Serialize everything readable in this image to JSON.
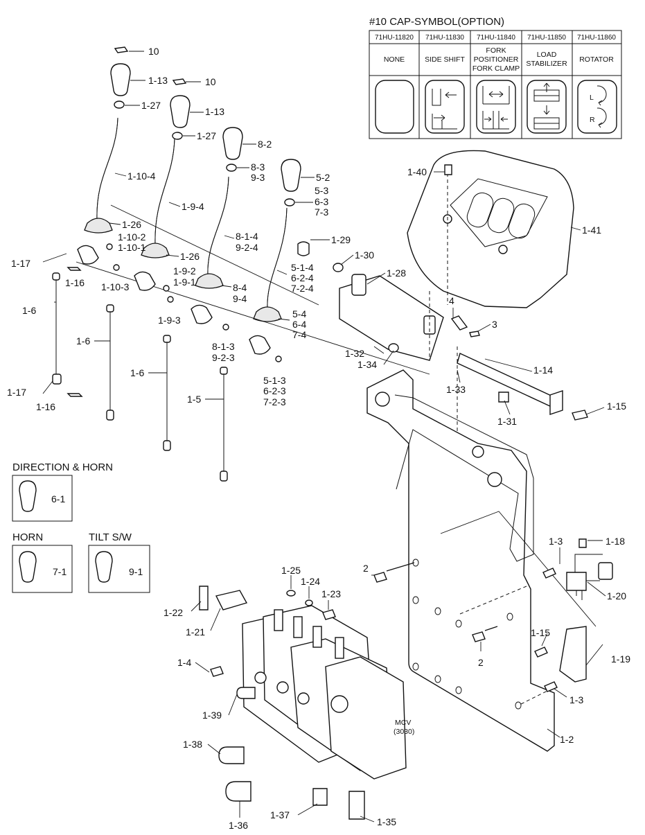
{
  "cap_table": {
    "title": "#10 CAP-SYMBOL(OPTION)",
    "columns": [
      {
        "code": "71HU-11820",
        "name": "NONE",
        "icon": "blank-cap-icon"
      },
      {
        "code": "71HU-11830",
        "name": "SIDE SHIFT",
        "icon": "side-shift-icon"
      },
      {
        "code": "71HU-11840",
        "name": "FORK POSITIONER FORK CLAMP",
        "name_lines": [
          "FORK",
          "POSITIONER",
          "FORK CLAMP"
        ],
        "icon": "fork-positioner-icon"
      },
      {
        "code": "71HU-11850",
        "name": "LOAD STABILIZER",
        "name_lines": [
          "LOAD",
          "STABILIZER"
        ],
        "icon": "load-stabilizer-icon"
      },
      {
        "code": "71HU-11860",
        "name": "ROTATOR",
        "icon": "rotator-icon",
        "marks": [
          "L",
          "R"
        ]
      }
    ]
  },
  "insets": {
    "direction_horn": {
      "title": "DIRECTION & HORN",
      "part": "6-1"
    },
    "horn": {
      "title": "HORN",
      "part": "7-1"
    },
    "tilt_sw": {
      "title": "TILT S/W",
      "part": "9-1"
    }
  },
  "mcv": {
    "line1": "MCV",
    "line2": "(3030)"
  },
  "callouts": {
    "p10a": "10",
    "p10b": "10",
    "p1_13a": "1-13",
    "p1_13b": "1-13",
    "p1_27a": "1-27",
    "p1_27b": "1-27",
    "p8_2": "8-2",
    "p8_3": "8-3",
    "p9_3": "9-3",
    "p5_2": "5-2",
    "p5_3": "5-3",
    "p6_3": "6-3",
    "p7_3": "7-3",
    "p1_10_4": "1-10-4",
    "p1_9_4": "1-9-4",
    "p8_1_4": "8-1-4",
    "p9_2_4": "9-2-4",
    "p5_1_4": "5-1-4",
    "p6_2_4": "6-2-4",
    "p7_2_4": "7-2-4",
    "p1_26a": "1-26",
    "p1_26b": "1-26",
    "p1_10_2": "1-10-2",
    "p1_10_1": "1-10-1",
    "p1_9_2": "1-9-2",
    "p1_9_1": "1-9-1",
    "p1_17a": "1-17",
    "p1_17b": "1-17",
    "p1_16a": "1-16",
    "p1_16b": "1-16",
    "p1_10_3": "1-10-3",
    "p1_9_3": "1-9-3",
    "p1_6a": "1-6",
    "p1_6b": "1-6",
    "p1_6c": "1-6",
    "p8_4": "8-4",
    "p9_4": "9-4",
    "p5_4": "5-4",
    "p6_4": "6-4",
    "p7_4": "7-4",
    "p8_1_3": "8-1-3",
    "p9_2_3": "9-2-3",
    "p5_1_3": "5-1-3",
    "p6_2_3": "6-2-3",
    "p7_2_3": "7-2-3",
    "p1_5": "1-5",
    "p1_29": "1-29",
    "p1_30": "1-30",
    "p1_28": "1-28",
    "p1_40": "1-40",
    "p1_41": "1-41",
    "p4": "4",
    "p3": "3",
    "p1_32": "1-32",
    "p1_34": "1-34",
    "p1_33": "1-33",
    "p1_14": "1-14",
    "p1_15a": "1-15",
    "p1_15b": "1-15",
    "p1_31": "1-31",
    "p1_18": "1-18",
    "p1_3a": "1-3",
    "p1_3b": "1-3",
    "p1_20": "1-20",
    "p1_19": "1-19",
    "p2a": "2",
    "p2b": "2",
    "p1_2": "1-2",
    "p1_25": "1-25",
    "p1_24": "1-24",
    "p1_23": "1-23",
    "p1_22": "1-22",
    "p1_21": "1-21",
    "p1_4": "1-4",
    "p1_39": "1-39",
    "p1_38": "1-38",
    "p1_36": "1-36",
    "p1_37": "1-37",
    "p1_35": "1-35"
  }
}
